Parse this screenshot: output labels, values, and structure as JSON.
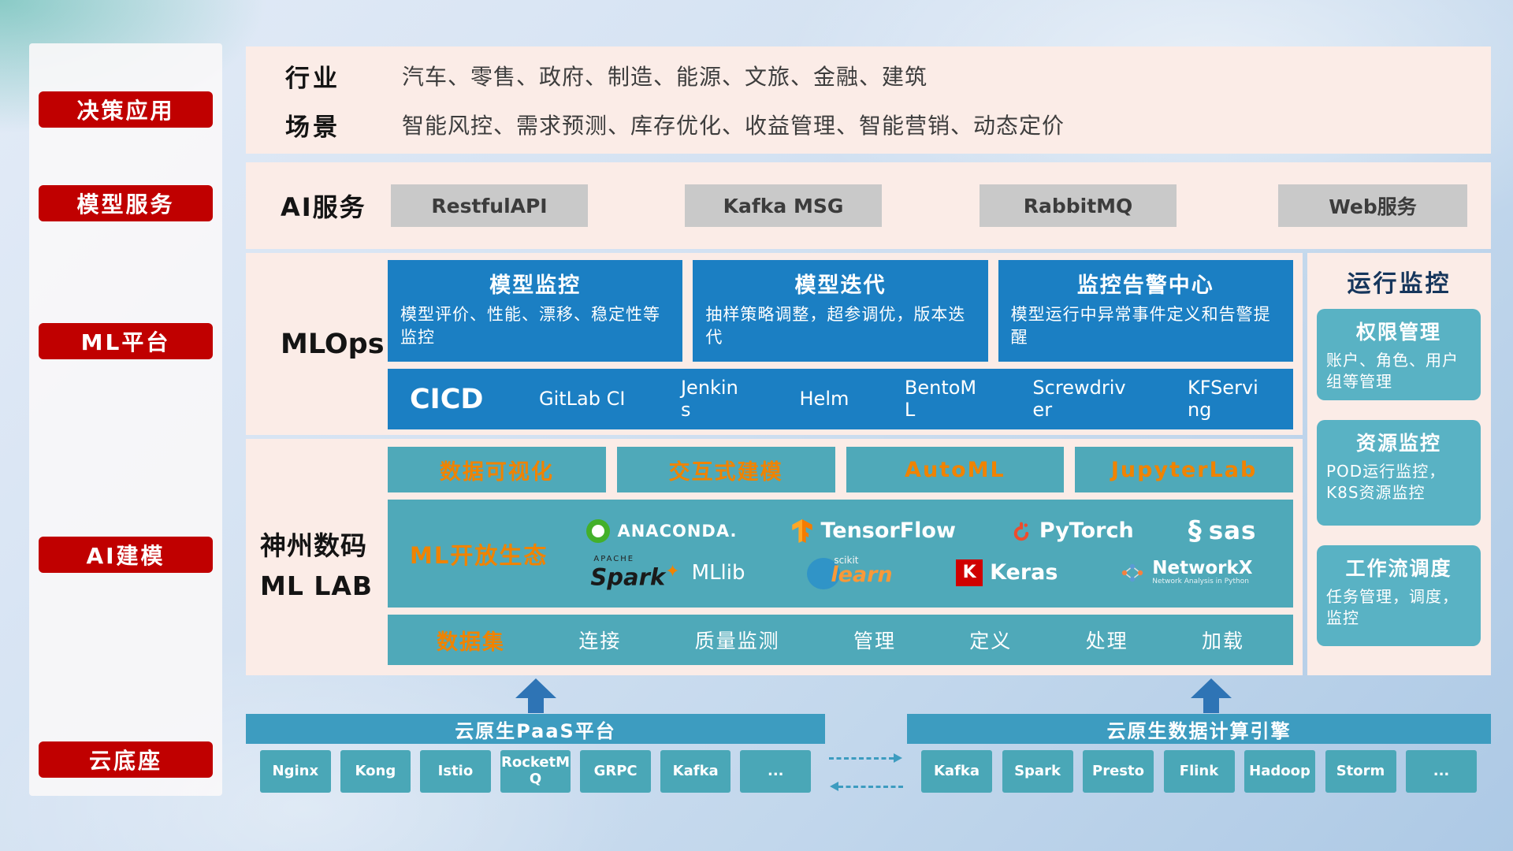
{
  "sidebar": {
    "items": [
      "决策应用",
      "模型服务",
      "ML平台",
      "AI建模",
      "云底座"
    ]
  },
  "industry": {
    "label1": "行业",
    "text1": "汽车、零售、政府、制造、能源、文旅、金融、建筑",
    "label2": "场景",
    "text2": "智能风控、需求预测、库存优化、收益管理、智能营销、动态定价"
  },
  "ai_service": {
    "label": "AI服务",
    "buttons": [
      "RestfulAPI",
      "Kafka MSG",
      "RabbitMQ",
      "Web服务"
    ]
  },
  "mlops": {
    "label": "MLOps",
    "cards": [
      {
        "title": "模型监控",
        "desc": "模型评价、性能、漂移、稳定性等监控"
      },
      {
        "title": "模型迭代",
        "desc": "抽样策略调整，超参调优，版本迭代"
      },
      {
        "title": "监控告警中心",
        "desc": "模型运行中异常事件定义和告警提醒"
      }
    ],
    "cicd_label": "CICD",
    "cicd_tools": [
      "GitLab CI",
      "Jenkins",
      "Helm",
      "BentoML",
      "Screwdriver",
      "KFServing"
    ]
  },
  "monitor": {
    "title": "运行监控",
    "cards": [
      {
        "title": "权限管理",
        "desc": "账户、角色、用户组等管理"
      },
      {
        "title": "资源监控",
        "desc": "POD运行监控，K8S资源监控"
      },
      {
        "title": "工作流调度",
        "desc": "任务管理，调度，监控"
      }
    ]
  },
  "mllab": {
    "label_line1": "神州数码",
    "label_line2": "ML LAB",
    "tools": [
      "数据可视化",
      "交互式建模",
      "AutoML",
      "JupyterLab"
    ],
    "eco_label": "ML开放生态",
    "logos": {
      "anaconda": "ANACONDA.",
      "tensorflow": "TensorFlow",
      "pytorch": "PyTorch",
      "sas": "sas",
      "spark_apache": "APACHE",
      "spark": "Spark",
      "spark_star": "✦",
      "mllib": "MLlib",
      "scikit_top": "scikit",
      "scikit": "learn",
      "keras_k": "K",
      "keras": "Keras",
      "networkx": "NetworkX",
      "networkx_sub": "Network Analysis in Python"
    },
    "data_row": [
      "数据集",
      "连接",
      "质量监测",
      "管理",
      "定义",
      "处理",
      "加载"
    ]
  },
  "paas": {
    "title": "云原生PaaS平台",
    "items": [
      "Nginx",
      "Kong",
      "Istio",
      "RocketMQ",
      "GRPC",
      "Kafka",
      "..."
    ]
  },
  "engine": {
    "title": "云原生数据计算引擎",
    "items": [
      "Kafka",
      "Spark",
      "Presto",
      "Flink",
      "Hadoop",
      "Storm",
      "..."
    ]
  },
  "colors": {
    "red": "#c00000",
    "blue": "#1b7fc3",
    "teal": "#4fa9b9",
    "teal_light": "#59b2c4",
    "orange": "#f08300",
    "bar_blue": "#3d9cc0",
    "gray_button": "#c9c9c9",
    "arrow_blue": "#2e74b5"
  }
}
